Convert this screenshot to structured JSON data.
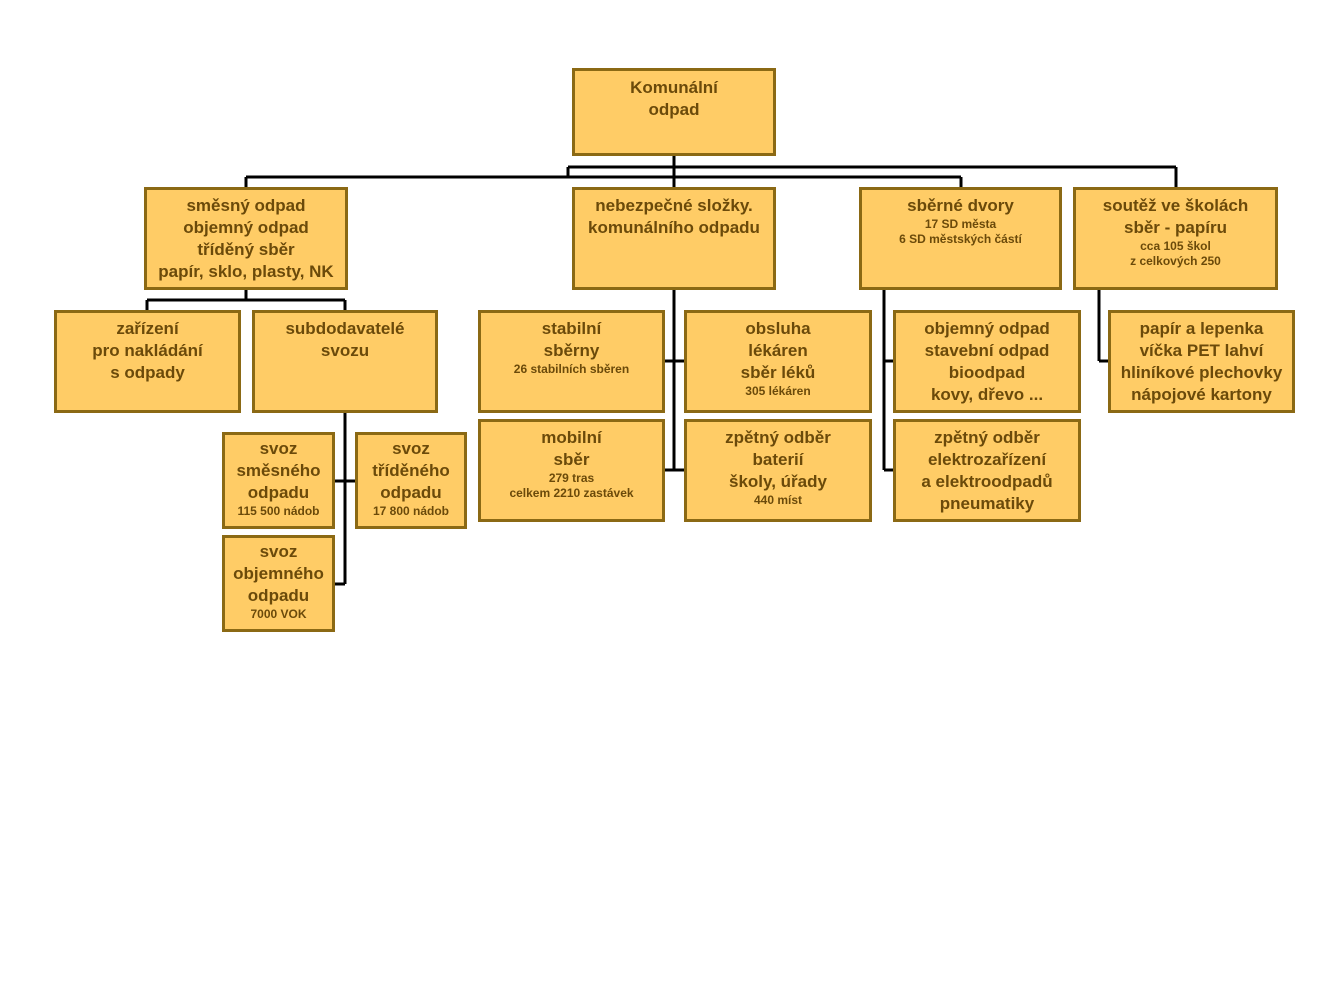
{
  "colors": {
    "box_fill": "#ffcc66",
    "box_border": "#8b6914",
    "text": "#6b4a0a",
    "lines": "#000000"
  },
  "boxes": {
    "root": {
      "title": "Komunální\nodpad"
    },
    "mixed": {
      "title": "směsný odpad\nobjemný odpad\ntříděný sběr\npapír, sklo, plasty, NK"
    },
    "hazardous": {
      "title": "nebezpečné složky.\nkomunálního odpadu"
    },
    "yards": {
      "title": "sběrné dvory",
      "sub": "17 SD města\n6 SD městských částí"
    },
    "schools": {
      "title": "soutěž ve školách\nsběr - papíru",
      "sub": "cca 105 škol\nz celkových 250"
    },
    "facility": {
      "title": "zařízení\npro nakládání\ns odpady"
    },
    "subcontractors": {
      "title": "subdodavatelé\nsvozu"
    },
    "stable": {
      "title": "stabilní\nsběrny",
      "sub": "26 stabilních sběren"
    },
    "pharmacy": {
      "title": "obsluha\nlékáren\nsběr léků",
      "sub": "305 lékáren"
    },
    "bulky_yard": {
      "title": "objemný odpad\nstavební odpad\nbioodpad\nkovy, dřevo ..."
    },
    "paper_items": {
      "title": "papír a lepenka\nvíčka PET lahví\nhliníkové plechovky\nnápojové kartony"
    },
    "mobile": {
      "title": "mobilní\nsběr",
      "sub": "279 tras\ncelkem 2210 zastávek"
    },
    "batteries": {
      "title": "zpětný odběr\nbaterií\nškoly, úřady",
      "sub": "440 míst"
    },
    "ewaste": {
      "title": "zpětný odběr\nelektrozařízení\na elektroodpadů\npneumatiky"
    },
    "mixed_collection": {
      "title": "svoz\nsměsného\nodpadu",
      "sub": "115 500 nádob"
    },
    "sorted_collection": {
      "title": "svoz\ntříděného\nodpadu",
      "sub": "17 800 nádob"
    },
    "bulky_collection": {
      "title": "svoz\nobjemného\nodpadu",
      "sub": "7000 VOK"
    }
  }
}
